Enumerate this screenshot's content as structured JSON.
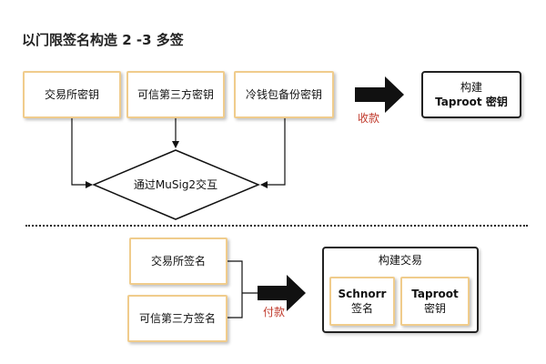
{
  "title": "以门限签名构造 2 -3 多签",
  "top": {
    "keys": [
      "交易所密钥",
      "可信第三方密钥",
      "冷钱包备份密钥"
    ],
    "diamond": "通过MuSig2交互",
    "arrow_label": "收款",
    "result": {
      "line1": "构建",
      "line2": "Taproot 密钥"
    }
  },
  "bottom": {
    "signatures": [
      "交易所签名",
      "可信第三方签名"
    ],
    "arrow_label": "付款",
    "container_title": "构建交易",
    "items": [
      {
        "line1": "Schnorr",
        "line2": "签名"
      },
      {
        "line1": "Taproot",
        "line2": "密钥"
      }
    ]
  },
  "colors": {
    "box_border": "#f0cc8c",
    "arrow": "#111111",
    "label": "#c0392b"
  }
}
